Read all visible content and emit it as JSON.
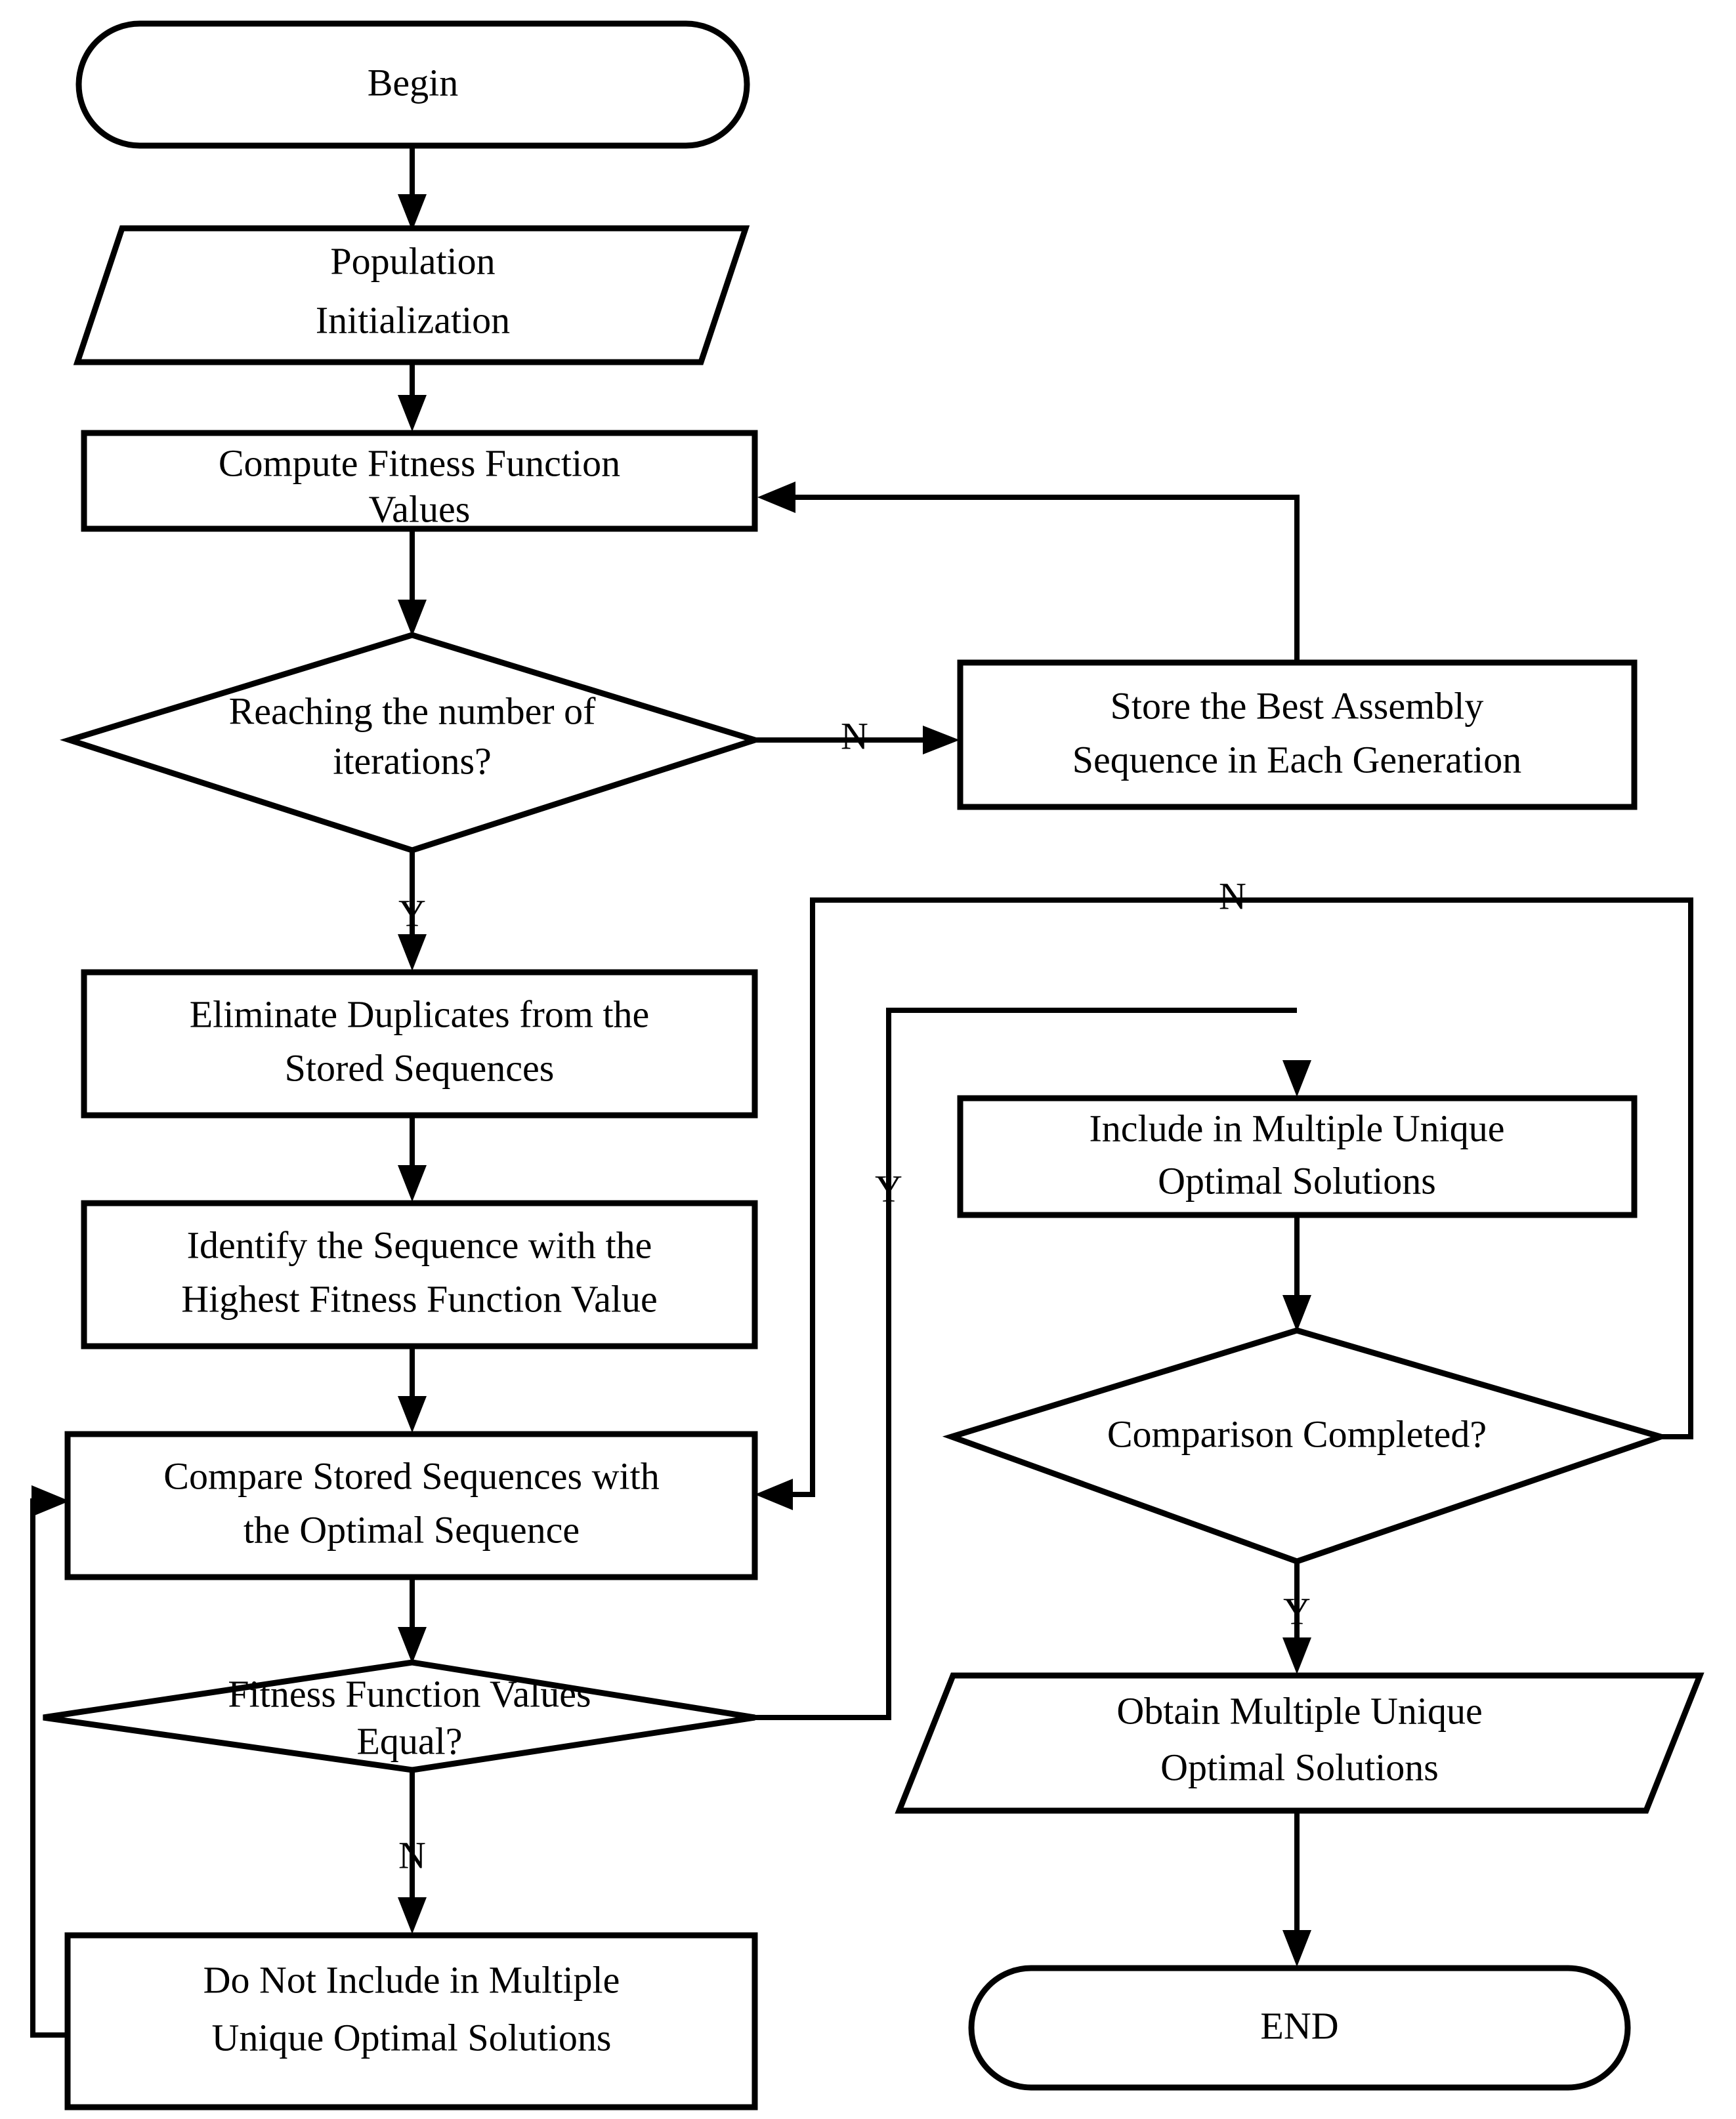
{
  "diagram": {
    "type": "flowchart",
    "title": "Multiple Unique Optimal Assembly Sequence Search Flowchart",
    "background_color": "#ffffff",
    "line_color": "#000000",
    "text_color": "#000000"
  },
  "nodes": [
    {
      "id": "begin",
      "shape": "terminator",
      "lines": [
        "Begin"
      ]
    },
    {
      "id": "population-initialization",
      "shape": "parallelogram",
      "lines": [
        "Population",
        "Initialization"
      ]
    },
    {
      "id": "compute-fitness",
      "shape": "process",
      "lines": [
        "Compute Fitness Function",
        "Values"
      ]
    },
    {
      "id": "reaching-iterations",
      "shape": "decision",
      "lines": [
        "Reaching the number of",
        "iterations?"
      ]
    },
    {
      "id": "store-best-assembly",
      "shape": "process",
      "lines": [
        "Store the Best Assembly",
        "Sequence in Each Generation"
      ]
    },
    {
      "id": "eliminate-duplicates",
      "shape": "process",
      "lines": [
        "Eliminate Duplicates from the",
        "Stored Sequences"
      ]
    },
    {
      "id": "identify-highest-fitness",
      "shape": "process",
      "lines": [
        "Identify the Sequence with the",
        "Highest Fitness Function Value"
      ]
    },
    {
      "id": "compare-stored-sequences",
      "shape": "process",
      "lines": [
        "Compare Stored Sequences with",
        "the Optimal Sequence"
      ]
    },
    {
      "id": "fitness-values-equal",
      "shape": "decision",
      "lines": [
        "Fitness Function Values",
        "Equal?"
      ]
    },
    {
      "id": "do-not-include",
      "shape": "process",
      "lines": [
        "Do Not Include in Multiple",
        "Unique Optimal Solutions"
      ]
    },
    {
      "id": "include-in-multiple",
      "shape": "process",
      "lines": [
        "Include in Multiple Unique",
        "Optimal Solutions"
      ]
    },
    {
      "id": "comparison-completed",
      "shape": "decision",
      "lines": [
        "Comparison Completed?"
      ]
    },
    {
      "id": "obtain-multiple",
      "shape": "parallelogram",
      "lines": [
        "Obtain Multiple Unique",
        "Optimal Solutions"
      ]
    },
    {
      "id": "end",
      "shape": "terminator",
      "lines": [
        "END"
      ]
    }
  ],
  "edge_labels": {
    "reaching_iterations_no": "N",
    "reaching_iterations_yes": "Y",
    "fitness_equal_yes": "Y",
    "fitness_equal_no": "N",
    "comparison_completed_no": "N",
    "comparison_completed_yes": "Y"
  }
}
